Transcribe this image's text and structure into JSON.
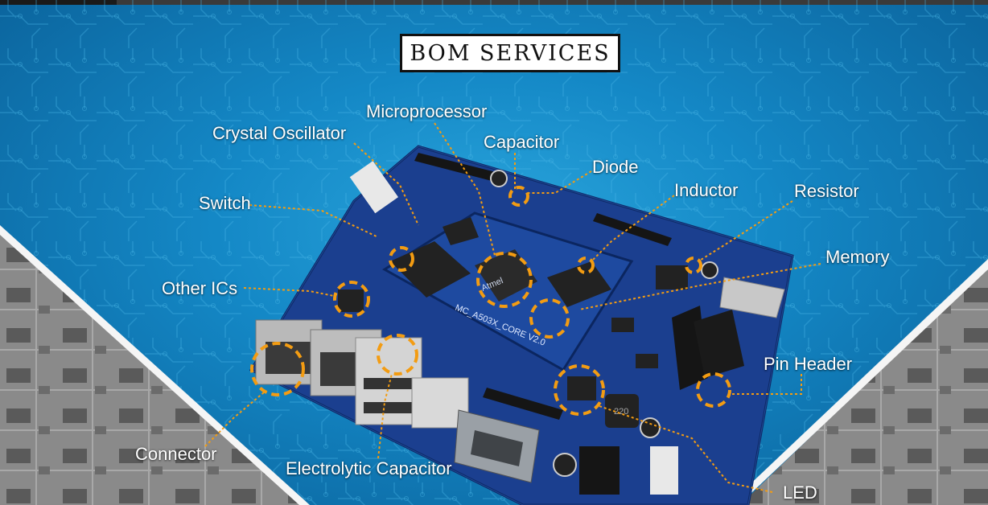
{
  "title": "BOM SERVICES",
  "board_silkscreen": {
    "core_label": "MC_A503X_CORE V2.0",
    "chip_label": "Atmel",
    "inductor_mark": "220"
  },
  "labels": {
    "microprocessor": "Microprocessor",
    "crystal_oscillator": "Crystal Oscillator",
    "capacitor": "Capacitor",
    "diode": "Diode",
    "inductor": "Inductor",
    "resistor": "Resistor",
    "switch": "Switch",
    "memory": "Memory",
    "other_ics": "Other ICs",
    "pin_header": "Pin Header",
    "connector": "Connector",
    "electrolytic_capacitor": "Electrolytic Capacitor",
    "led": "LED"
  },
  "colors": {
    "background": "#1488c6",
    "board": "#1b3f8f",
    "callout": "#f39c12",
    "label_text": "#ffffff"
  }
}
